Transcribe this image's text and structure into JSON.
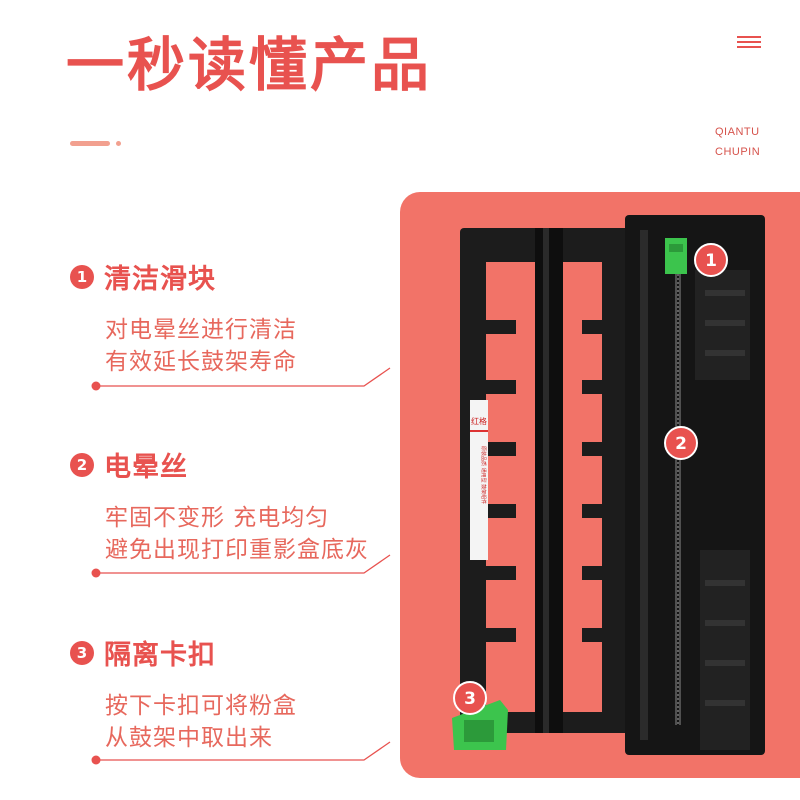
{
  "header": {
    "title": "一秒读懂产品",
    "brand_line1": "QIANTU",
    "brand_line2": "CHUPIN",
    "menu_icon": "hamburger-menu-icon"
  },
  "colors": {
    "accent": "#e8524f",
    "panel": "#f27368",
    "text": "#e7685d",
    "release_tab": "#3cc44d"
  },
  "features": [
    {
      "number": "1",
      "title": "清洁滑块",
      "lines": [
        "对电晕丝进行清洁",
        "有效延长鼓架寿命"
      ]
    },
    {
      "number": "2",
      "title": "电晕丝",
      "lines": [
        "牢固不变形 充电均匀",
        "避免出现打印重影盒底灰"
      ]
    },
    {
      "number": "3",
      "title": "隔离卡扣",
      "lines": [
        "按下卡扣可将粉盒",
        "从鼓架中取出来"
      ]
    }
  ],
  "product": {
    "markers": [
      "1",
      "2",
      "3"
    ],
    "label_brand": "红格",
    "label_text": "原装品质 通用型 鼓架组件"
  }
}
